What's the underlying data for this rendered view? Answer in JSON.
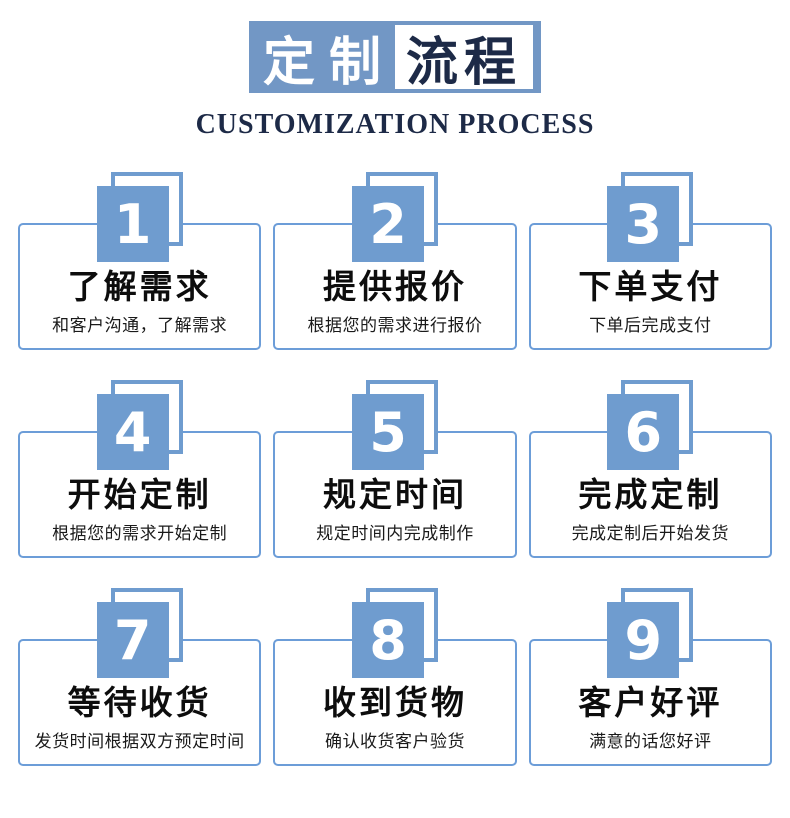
{
  "header": {
    "title_left": "定制",
    "title_right": "流程",
    "subtitle": "CUSTOMIZATION PROCESS"
  },
  "steps": [
    {
      "number": "1",
      "title": "了解需求",
      "desc": "和客户沟通，了解需求"
    },
    {
      "number": "2",
      "title": "提供报价",
      "desc": "根据您的需求进行报价"
    },
    {
      "number": "3",
      "title": "下单支付",
      "desc": "下单后完成支付"
    },
    {
      "number": "4",
      "title": "开始定制",
      "desc": "根据您的需求开始定制"
    },
    {
      "number": "5",
      "title": "规定时间",
      "desc": "规定时间内完成制作"
    },
    {
      "number": "6",
      "title": "完成定制",
      "desc": "完成定制后开始发货"
    },
    {
      "number": "7",
      "title": "等待收货",
      "desc": "发货时间根据双方预定时间"
    },
    {
      "number": "8",
      "title": "收到货物",
      "desc": "确认收货客户验货"
    },
    {
      "number": "9",
      "title": "客户好评",
      "desc": "满意的话您好评"
    }
  ],
  "colors": {
    "accent_blue": "#6f9ccf",
    "band_blue": "#7297c5",
    "card_border_blue": "#6c9dd8",
    "navy_text": "#1d2a47",
    "title_text": "#0d0d0d",
    "desc_text": "#1a1a1a"
  }
}
